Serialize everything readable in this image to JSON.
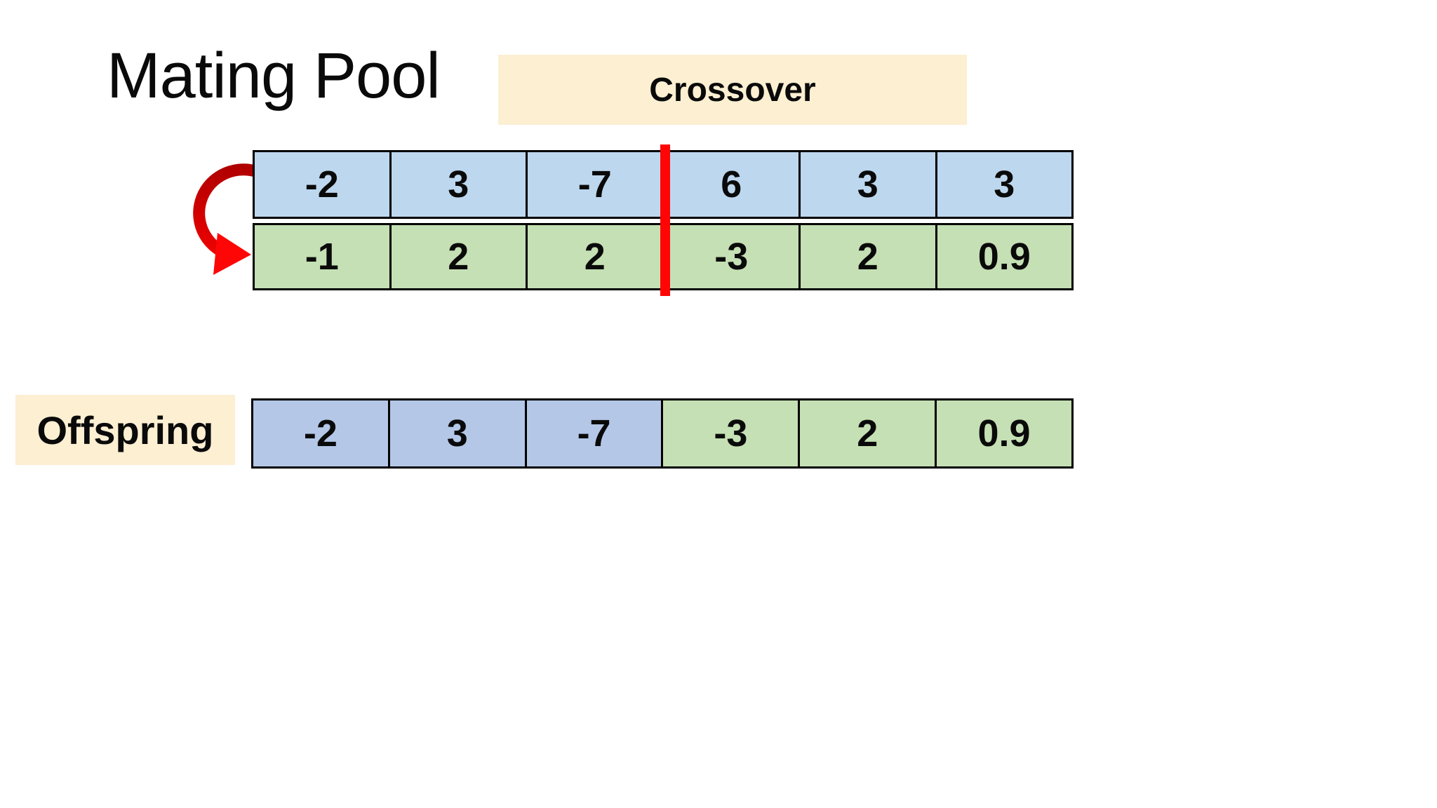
{
  "title": "Mating Pool",
  "crossover": {
    "label": "Crossover",
    "point_index": 3
  },
  "offspring_section": {
    "label": "Offspring"
  },
  "mating_pool": {
    "parent1": [
      "-2",
      "3",
      "-7",
      "6",
      "3",
      "3"
    ],
    "parent2": [
      "-1",
      "2",
      "2",
      "-3",
      "2",
      "0.9"
    ]
  },
  "offspring": [
    "-2",
    "3",
    "-7",
    "-3",
    "2",
    "0.9"
  ],
  "icons": {
    "swap_arrow": "curved-red-arrow-from-parent1-to-parent2"
  },
  "colors": {
    "parent1_fill": "#bdd7ee",
    "parent2_fill": "#c5e0b4",
    "offspring_blue_fill": "#b4c7e7",
    "offspring_green_fill": "#c5e0b4",
    "label_box_fill": "#fcefd2",
    "crossover_line": "#ff0505",
    "arrow_dark_red": "#a50000",
    "arrow_bright_red": "#ff0606",
    "cell_border": "#000000",
    "text": "#0a0a0a",
    "background": "#ffffff"
  }
}
